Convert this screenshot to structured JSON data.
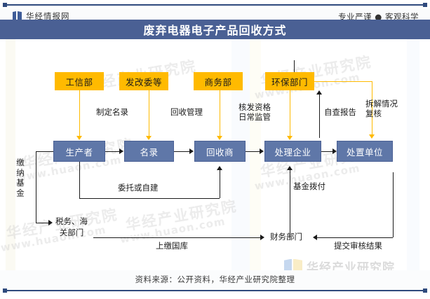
{
  "header": {
    "brand_name": "华经情报网",
    "brand_icon": "book-mark-icon",
    "tagline": "专业严谨 ● 客观科学",
    "title": "废弃电器电子产品回收方式"
  },
  "diagram": {
    "authority_boxes": [
      {
        "label": "工信部"
      },
      {
        "label": "发改委等"
      },
      {
        "label": "商务部"
      },
      {
        "label": "环保部门"
      }
    ],
    "chain_boxes": [
      {
        "label": "生产者"
      },
      {
        "label": "名录"
      },
      {
        "label": "回收商"
      },
      {
        "label": "处理企业"
      },
      {
        "label": "处置单位"
      }
    ],
    "edge_labels": [
      {
        "label": "制定名录"
      },
      {
        "label": "回收管理"
      },
      {
        "label": "核发资格\n日常监管"
      },
      {
        "label": "自查报告"
      },
      {
        "label": "拆解情况\n复核"
      },
      {
        "label": "委托或自建"
      },
      {
        "label": "基金拨付"
      },
      {
        "label": "上缴国库"
      },
      {
        "label": "提交审核结果"
      }
    ],
    "side_label_vertical": "缴纳基金",
    "bottom_nodes": [
      {
        "label": "税务、海\n关部门"
      },
      {
        "label": "财务部门"
      }
    ]
  },
  "watermarks": {
    "institute": "华经产业研究院",
    "url": "www.huaon.com"
  },
  "footer": {
    "source": "资料来源：公开资料，华经产业研究院整理",
    "logo_text": "华经产业研究院",
    "logo_url": "www.huaon.com",
    "logo_icon": "book-mark-icon"
  },
  "colors": {
    "navy": "#2f4a7d",
    "title_band": "#4a6094",
    "orange": "#FFBA00",
    "blue_box": "#5f77a8"
  }
}
